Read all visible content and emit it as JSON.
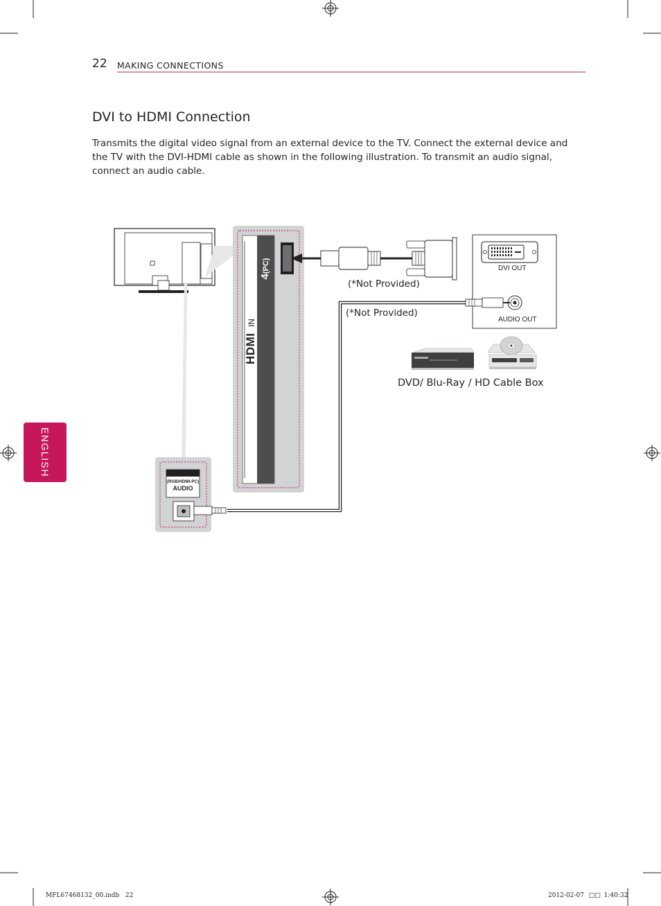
{
  "header": {
    "page_number": "22",
    "section": "MAKING CONNECTIONS",
    "rule_color": "#c7175c"
  },
  "title": "DVI to HDMI Connection",
  "body": "Transmits the digital video signal from an external device to the TV. Connect the external device and the TV with the DVI-HDMI cable as shown in the following illustration. To transmit an audio signal, connect an audio cable.",
  "side_tab": {
    "label": "ENGLISH",
    "color": "#c7175c"
  },
  "diagram": {
    "hdmi_panel": {
      "logo": "HDMI",
      "in_label": "IN",
      "port_number": "4",
      "port_sub": "(PC)"
    },
    "audio_panel": {
      "sub_label": "(RGB/HDMI-PC)",
      "label": "AUDIO"
    },
    "device_box": {
      "dvi_out": "DVI OUT",
      "audio_out": "AUDIO OUT"
    },
    "not_provided_dvi": "(*Not Provided)",
    "not_provided_audio": "(*Not Provided)",
    "devices_caption": "DVD/ Blu-Ray / HD Cable Box"
  },
  "footer": {
    "file": "MFL67468132_00.indb   22",
    "date": "2012-02-07",
    "date_box": "□□",
    "time": "1:40:32"
  }
}
